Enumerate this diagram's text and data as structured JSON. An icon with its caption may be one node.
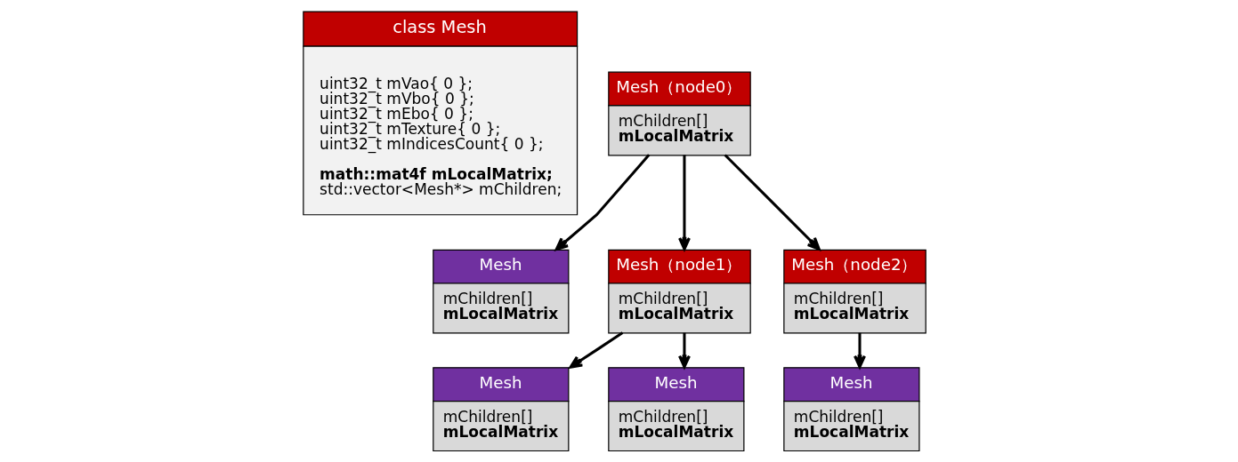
{
  "diagram": {
    "nodes": [
      {
        "text": [
          "class Mesh",
          "uint32_t mVao{ 0 };",
          "uint32_t mVbo{ 0 };",
          "uint32_t mEbo{ 0 };",
          "uint32_t mTexture{ 0 };",
          "uint32_t mIndicesCount{ 0 };",
          "math::mat4f mLocalMatrix;",
          "std::vector<Mesh*> mChildren;"
        ]
      },
      {
        "text": [
          "Mesh（node0）",
          "mChildren[]",
          "mLocalMatrix"
        ]
      },
      {
        "text": [
          "Mesh",
          "mChildren[]",
          "mLocalMatrix"
        ]
      },
      {
        "text": [
          "Mesh（node1）",
          "mChildren[]",
          "mLocalMatrix"
        ]
      },
      {
        "text": [
          "Mesh（node2）",
          "mChildren[]",
          "mLocalMatrix"
        ]
      },
      {
        "text": [
          "Mesh",
          "mChildren[]",
          "mLocalMatrix"
        ]
      },
      {
        "text": [
          "Mesh",
          "mChildren[]",
          "mLocalMatrix"
        ]
      },
      {
        "text": [
          "Mesh",
          "mChildren[]",
          "mLocalMatrix"
        ]
      }
    ],
    "edges": [
      {
        "from": 1,
        "to": 2,
        "arrow": "to"
      },
      {
        "from": 1,
        "to": 3,
        "arrow": "to"
      },
      {
        "from": 1,
        "to": 4,
        "arrow": "to"
      },
      {
        "from": 3,
        "to": 5,
        "arrow": "to"
      },
      {
        "from": 3,
        "to": 6,
        "arrow": "to"
      },
      {
        "from": 4,
        "to": 7,
        "arrow": "to"
      }
    ]
  }
}
